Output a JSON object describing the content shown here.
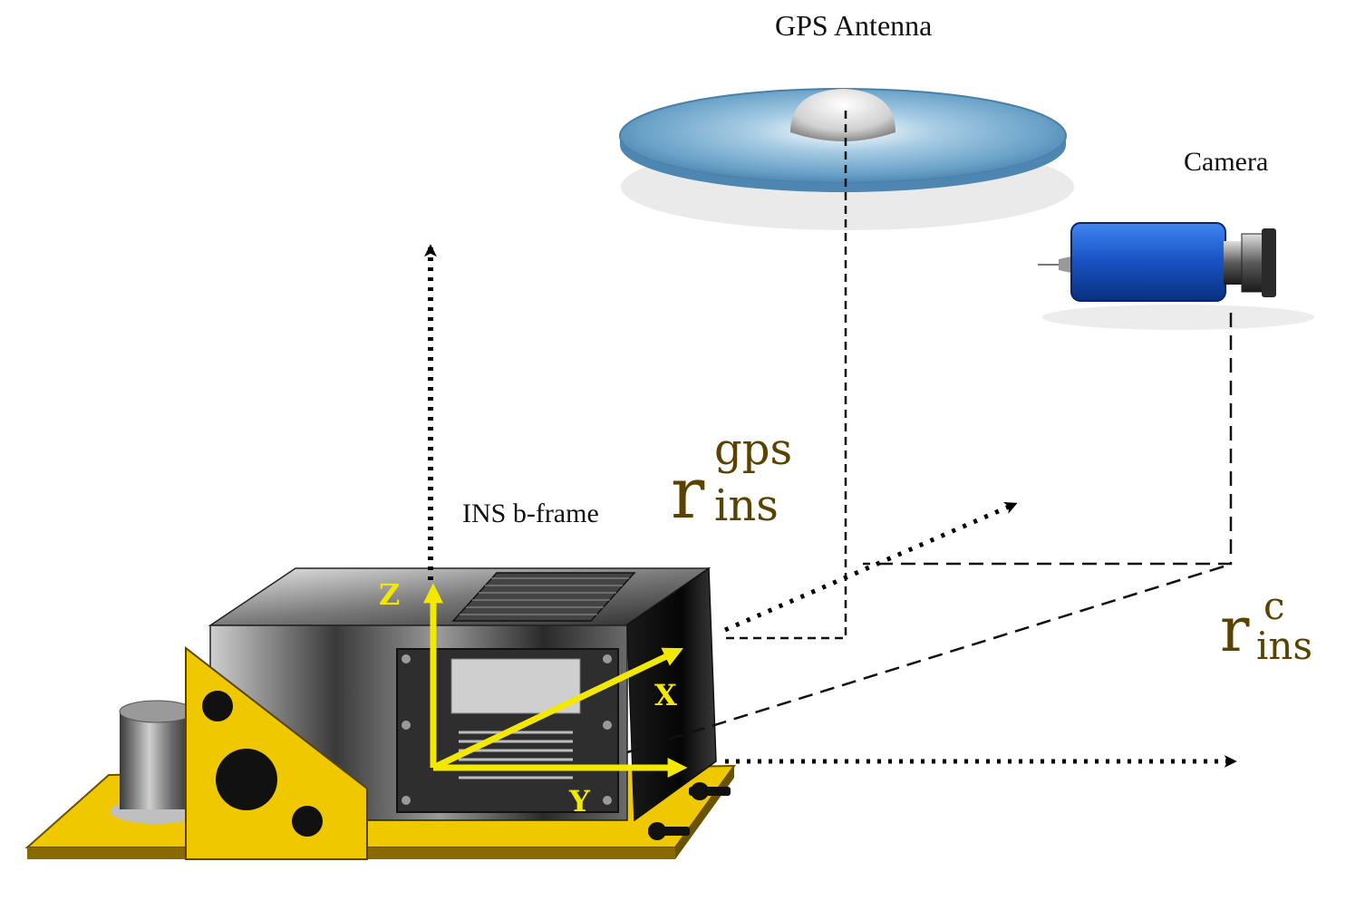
{
  "labels": {
    "gps_antenna": "GPS Antenna",
    "camera": "Camera",
    "ins_frame": "INS b-frame"
  },
  "axes": {
    "x": "X",
    "y": "Y",
    "z": "Z"
  },
  "vectors": {
    "r_gps": {
      "base": "r",
      "sup": "gps",
      "sub": "ins"
    },
    "r_cam": {
      "base": "r",
      "sup": "c",
      "sub": "ins"
    }
  },
  "colors": {
    "axis": "#f2e800",
    "symbol": "#5a4200",
    "ins_body": "#2a2a2a",
    "bracket": "#f0c800",
    "camera_body": "#1a56c8",
    "antenna": "#7fb3d6"
  }
}
